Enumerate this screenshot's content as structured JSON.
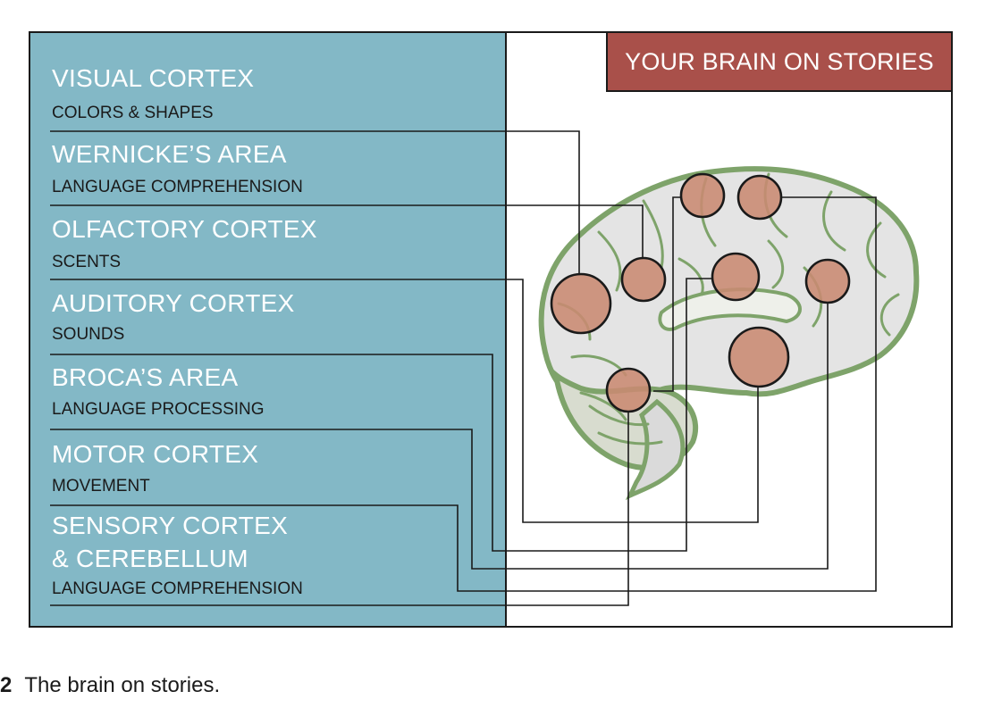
{
  "title": "YOUR BRAIN ON STORIES",
  "regions": [
    {
      "name": "VISUAL CORTEX",
      "desc": "COLORS & SHAPES"
    },
    {
      "name": "WERNICKE’S AREA",
      "desc": "LANGUAGE COMPREHENSION"
    },
    {
      "name": "OLFACTORY CORTEX",
      "desc": "SCENTS"
    },
    {
      "name": "AUDITORY CORTEX",
      "desc": "SOUNDS"
    },
    {
      "name": "BROCA’S AREA",
      "desc": "LANGUAGE PROCESSING"
    },
    {
      "name": "MOTOR CORTEX",
      "desc": "MOVEMENT"
    },
    {
      "name_line1": "SENSORY CORTEX",
      "name_line2": "& CEREBELLUM",
      "desc": "LANGUAGE COMPREHENSION"
    }
  ],
  "caption": {
    "number": "2",
    "text": "The brain on stories."
  },
  "colors": {
    "panel": "#83b8c6",
    "title_bg": "#a9504a",
    "brain": "#7ea36a",
    "brain_fill": "#e4e4e4",
    "marker": "#c98a72"
  }
}
